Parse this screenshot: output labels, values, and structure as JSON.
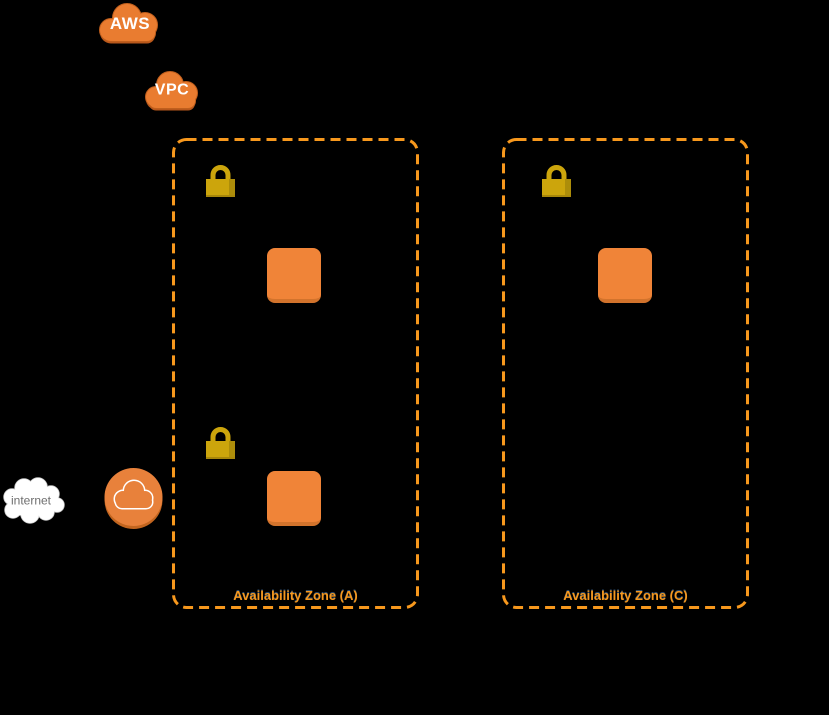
{
  "diagram": {
    "kind": "aws-vpc-architecture-diagram",
    "aws_cloud": {
      "label": "AWS"
    },
    "vpc_cloud": {
      "label": "VPC"
    },
    "internet_cloud": {
      "label": "internet"
    },
    "internet_gateway": {
      "icon": "internet-gateway-icon"
    },
    "zones": [
      {
        "label": "Availability Zone (A)",
        "contents": [
          "security-group-lock-icon",
          "instance-icon",
          "security-group-lock-icon",
          "instance-icon"
        ]
      },
      {
        "label": "Availability Zone (C)",
        "contents": [
          "security-group-lock-icon",
          "instance-icon"
        ]
      }
    ],
    "colors": {
      "background": "#000000",
      "cloud_orange": "#E97C30",
      "cloud_outline": "#C05F1D",
      "cloud_shadow": "#B8571B",
      "zone_border": "#F7981D",
      "zone_label": "#F7981D",
      "lock_gold": "#CCA50C",
      "lock_gold_dark": "#AD8D0A",
      "instance_orange": "#F08438",
      "instance_shadow": "#D2732C",
      "gateway_orange": "#E8813B",
      "gateway_rim": "#C2651F",
      "internet_cloud_fill": "#FFFFFF",
      "internet_cloud_outline": "#C4C4C4",
      "internet_text": "#6E6E6E"
    }
  }
}
